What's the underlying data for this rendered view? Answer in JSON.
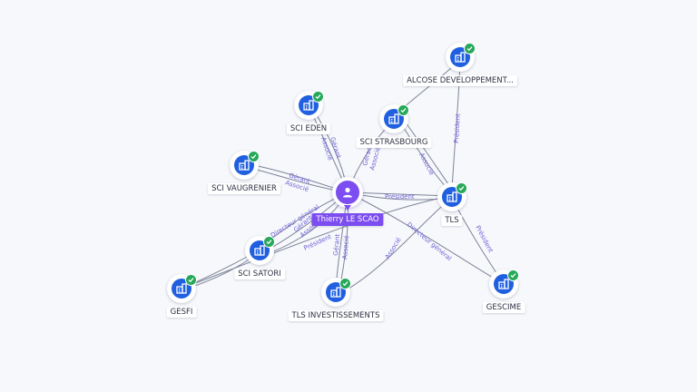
{
  "colors": {
    "company": "#1f5fe0",
    "verified": "#27a85a",
    "person": "#7c4df0",
    "relation_text": "#6d5fd6"
  },
  "person": {
    "name": "Thierry LE SCAO",
    "icon": "user-icon"
  },
  "companies": {
    "alcose": {
      "name": "ALCOSE DEVELOPPEMENT...",
      "icon": "building-icon",
      "verified": true
    },
    "eden": {
      "name": "SCI EDEN",
      "icon": "building-icon",
      "verified": true
    },
    "strasbourg": {
      "name": "SCI STRASBOURG",
      "icon": "building-icon",
      "verified": true
    },
    "vaugrenier": {
      "name": "SCI VAUGRENIER",
      "icon": "building-icon",
      "verified": true
    },
    "tls": {
      "name": "TLS",
      "icon": "building-icon",
      "verified": true
    },
    "satori": {
      "name": "SCI SATORI",
      "icon": "building-icon",
      "verified": true
    },
    "gesfi": {
      "name": "GESFI",
      "icon": "building-icon",
      "verified": true
    },
    "tls_inv": {
      "name": "TLS INVESTISSEMENTS",
      "icon": "building-icon",
      "verified": true
    },
    "gescime": {
      "name": "GESCIME",
      "icon": "building-icon",
      "verified": true
    }
  },
  "relations": {
    "eden": [
      "Gérant",
      "Associé"
    ],
    "strasbourg": [
      "Gérant",
      "Associé"
    ],
    "vaugrenier": [
      "Gérant",
      "Associé"
    ],
    "tls_president": "Président",
    "tls_associe": "Associé",
    "satori_1": [
      "Gérant",
      "Associé"
    ],
    "satori_2": "Directeur général",
    "satori_3": "Président",
    "tls_inv": [
      "Gérant",
      "Associé"
    ],
    "tls_inv_tls": "Associé",
    "tls_gescime_dg": "Directeur général",
    "alcose_tls": "Président",
    "tls_gescime": "Président"
  }
}
